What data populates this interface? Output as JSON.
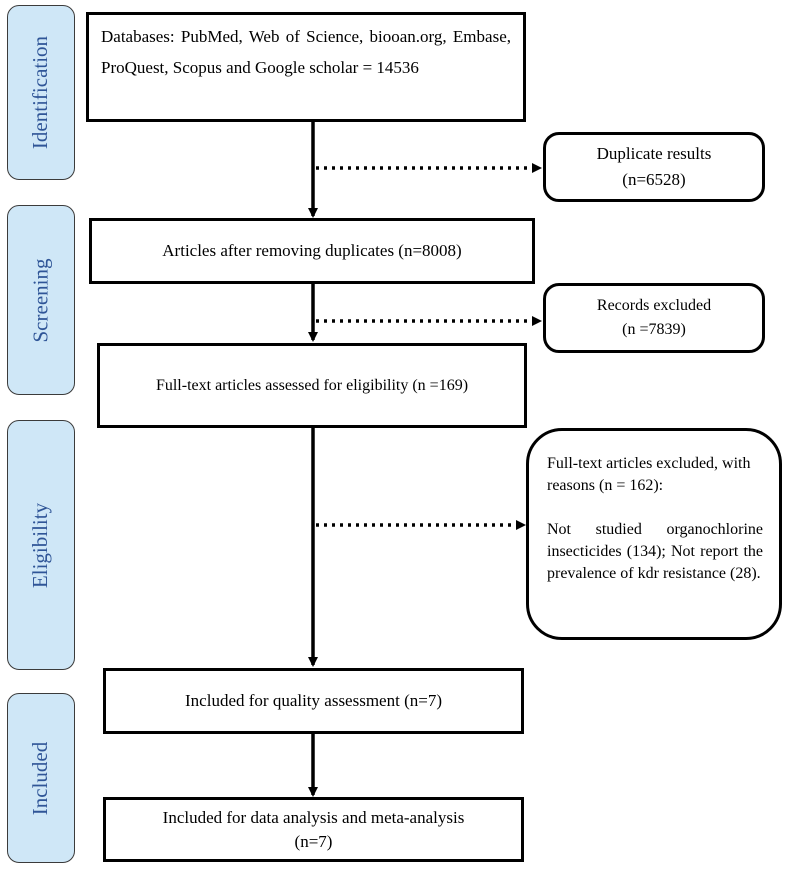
{
  "phases": {
    "identification": "Identification",
    "screening": "Screening",
    "eligibility": "Eligibility",
    "included": "Included"
  },
  "boxes": {
    "databases": "Databases: PubMed, Web of Science, biooan.org, Embase, ProQuest, Scopus and Google scholar = 14536",
    "duplicates_line1": "Duplicate results",
    "duplicates_line2": "(n=6528)",
    "after_duplicates": "Articles after removing duplicates (n=8008)",
    "records_excluded_line1": "Records excluded",
    "records_excluded_line2": "(n =7839)",
    "fulltext_assessed": "Full-text articles assessed for eligibility (n =169)",
    "fulltext_excluded_heading": "Full-text articles excluded, with reasons (n = 162):",
    "fulltext_excluded_reasons": "Not studied organochlorine insecticides (134); Not report the prevalence of kdr resistance (28).",
    "quality_assessment": "Included for quality assessment (n=7)",
    "data_analysis_line1": "Included for data analysis and meta-analysis",
    "data_analysis_line2": "(n=7)"
  },
  "colors": {
    "phase_fill": "#cfe7f7",
    "phase_text": "#2f5597",
    "box_border": "#000000"
  }
}
